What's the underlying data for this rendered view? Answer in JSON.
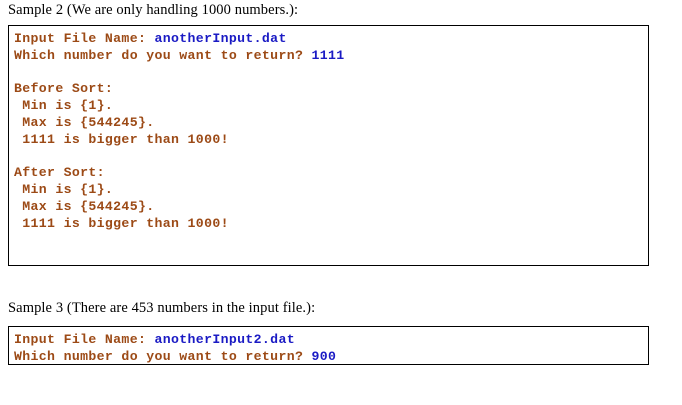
{
  "document": {
    "samples": [
      {
        "caption": "Sample 2 (We are only handling 1000 numbers.):",
        "console": {
          "lines": [
            {
              "label": "Input File Name: ",
              "value": "anotherInput.dat"
            },
            {
              "label": "Which number do you want to return? ",
              "value": "1111"
            },
            {
              "label": "",
              "value": ""
            },
            {
              "label": "Before Sort:",
              "value": ""
            },
            {
              "label": " Min is {1}.",
              "value": ""
            },
            {
              "label": " Max is {544245}.",
              "value": ""
            },
            {
              "label": " 1111 is bigger than 1000!",
              "value": ""
            },
            {
              "label": "",
              "value": ""
            },
            {
              "label": "After Sort:",
              "value": ""
            },
            {
              "label": " Min is {1}.",
              "value": ""
            },
            {
              "label": " Max is {544245}.",
              "value": ""
            },
            {
              "label": " 1111 is bigger than 1000!",
              "value": ""
            }
          ]
        }
      },
      {
        "caption": "Sample 3 (There are 453 numbers in the input file.):",
        "console": {
          "lines": [
            {
              "label": "Input File Name: ",
              "value": "anotherInput2.dat"
            },
            {
              "label": "Which number do you want to return? ",
              "value": "900"
            }
          ]
        }
      }
    ]
  },
  "colors": {
    "prompt_text": "#9c4a16",
    "input_value": "#1a1ac4",
    "border": "#000000",
    "caption_text": "#000000",
    "background": "#ffffff"
  }
}
